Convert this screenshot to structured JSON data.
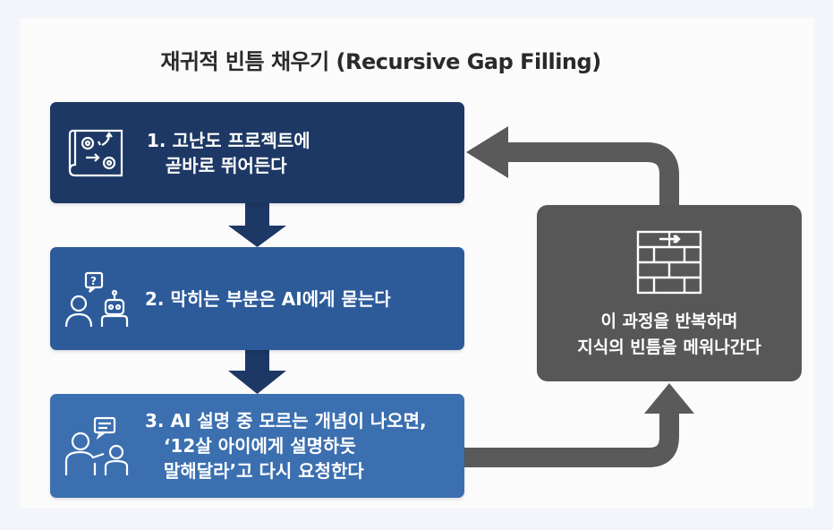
{
  "title": "재귀적 빈틈 채우기 (Recursive Gap Filling)",
  "steps": [
    {
      "text": "1. 고난도 프로젝트에\n   곧바로 뛰어든다",
      "icon": "blueprint-gears-icon"
    },
    {
      "text": "2. 막히는 부분은 AI에게 묻는다",
      "icon": "person-asking-robot-icon"
    },
    {
      "text": "3. AI 설명 중 모르는 개념이 나오면,\n   ‘12살 아이에게 설명하듯\n   말해달라’고 다시 요청한다",
      "icon": "teacher-child-icon"
    }
  ],
  "loop": {
    "text": "이 과정을 반복하며\n지식의 빈틈을 메워나간다",
    "icon": "brick-wall-icon"
  },
  "colors": {
    "step1": "#1d3864",
    "step2": "#2d5b9a",
    "step3": "#3b6fb0",
    "loop": "#575757",
    "arrow": "#5a5a5a"
  }
}
